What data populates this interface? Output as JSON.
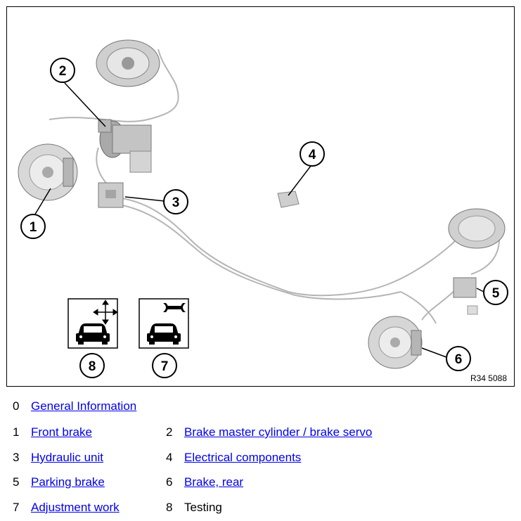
{
  "diagram": {
    "reference_code": "R34 5088",
    "callouts": [
      "1",
      "2",
      "3",
      "4",
      "5",
      "6",
      "7",
      "8"
    ]
  },
  "legend": [
    {
      "number": "0",
      "label": "General Information",
      "link": true
    },
    {
      "number": "1",
      "label": "Front brake",
      "link": true
    },
    {
      "number": "2",
      "label": "Brake master cylinder / brake servo",
      "link": true
    },
    {
      "number": "3",
      "label": "Hydraulic unit",
      "link": true
    },
    {
      "number": "4",
      "label": "Electrical components",
      "link": true
    },
    {
      "number": "5",
      "label": "Parking brake",
      "link": true
    },
    {
      "number": "6",
      "label": "Brake, rear",
      "link": true
    },
    {
      "number": "7",
      "label": "Adjustment work",
      "link": true
    },
    {
      "number": "8",
      "label": "Testing",
      "link": false
    }
  ],
  "colors": {
    "link": "#0000ee",
    "line": "#000000",
    "parts": "#b0b0b0"
  }
}
